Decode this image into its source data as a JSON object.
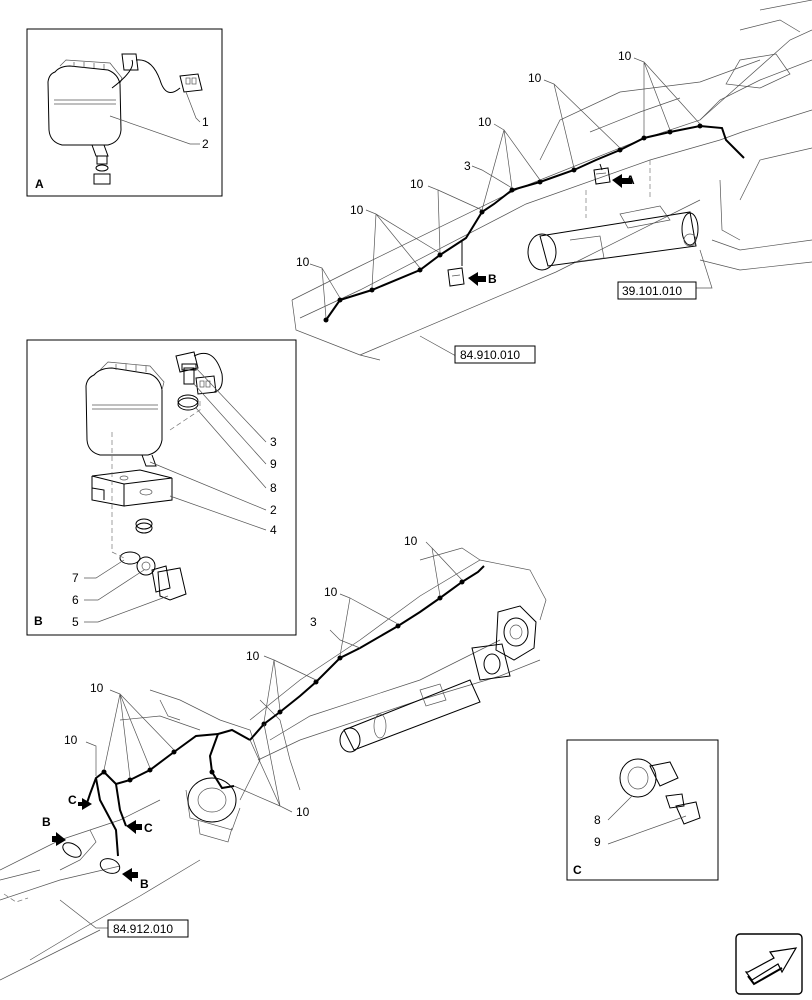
{
  "detail_views": {
    "A": {
      "letter": "A",
      "callouts": [
        "1",
        "2"
      ]
    },
    "B": {
      "letter": "B",
      "callouts": [
        "3",
        "9",
        "8",
        "2",
        "4",
        "7",
        "6",
        "5"
      ]
    },
    "C": {
      "letter": "C",
      "callouts": [
        "8",
        "9"
      ]
    }
  },
  "main_view": {
    "callouts": {
      "c10": "10",
      "c3": "3"
    },
    "arrow_markers": {
      "A": "A",
      "B": "B",
      "C": "C"
    }
  },
  "references": {
    "ref1": "39.101.010",
    "ref2": "84.910.010",
    "ref3": "84.912.010"
  },
  "nav_icon": "next-page-arrow-icon"
}
